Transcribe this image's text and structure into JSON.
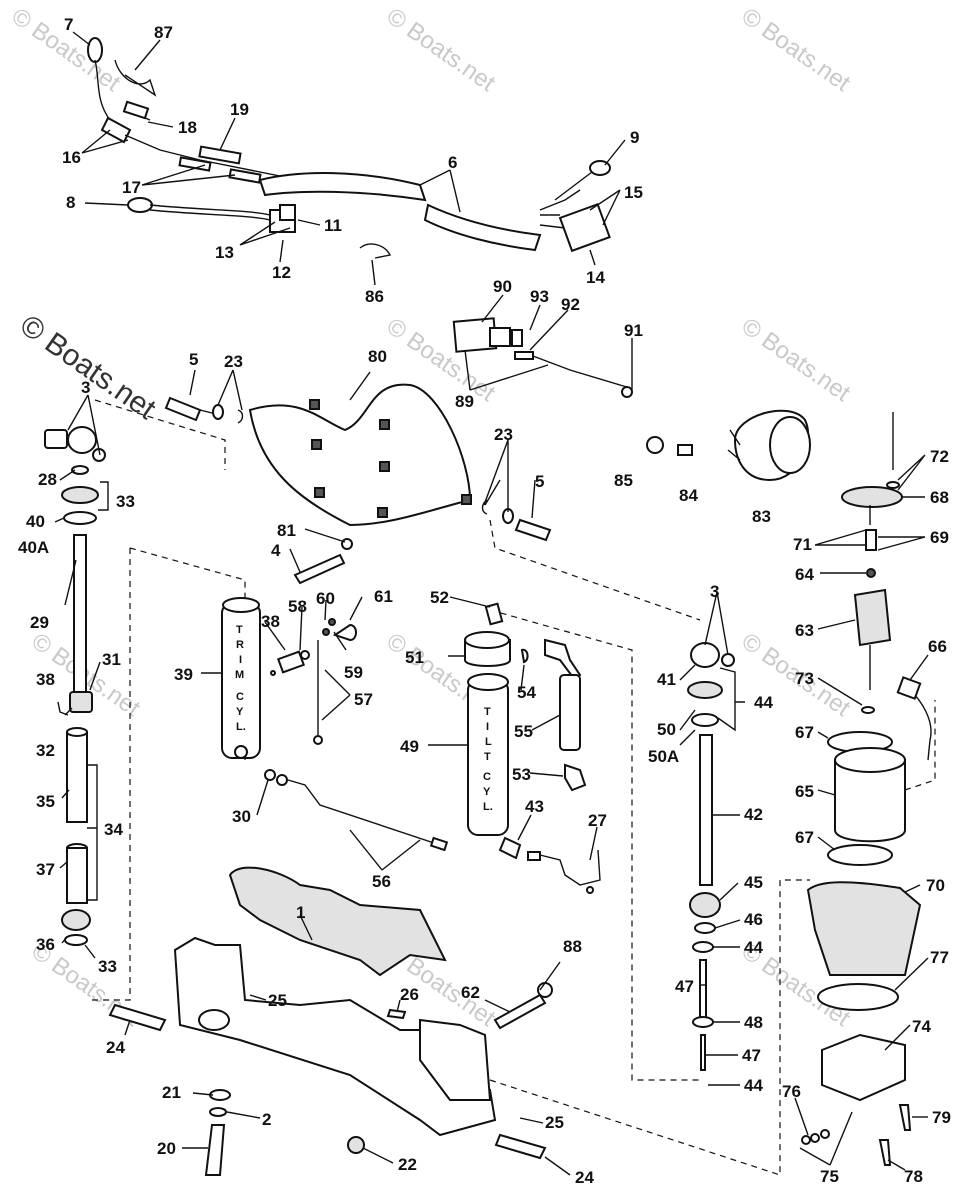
{
  "watermark": {
    "primary": "© Boats.net",
    "repeat": "© Boats.net"
  },
  "cylinders": {
    "trim": [
      "T",
      "R",
      "I",
      "M",
      "C",
      "Y",
      "L."
    ],
    "tilt": [
      "T",
      "I",
      "L",
      "T",
      "C",
      "Y",
      "L."
    ]
  },
  "callouts": {
    "c1": "1",
    "c2": "2",
    "c3a": "3",
    "c3b": "3",
    "c4": "4",
    "c5a": "5",
    "c5b": "5",
    "c6": "6",
    "c7": "7",
    "c8": "8",
    "c9": "9",
    "c11": "11",
    "c12": "12",
    "c13": "13",
    "c14": "14",
    "c15": "15",
    "c16": "16",
    "c17": "17",
    "c18": "18",
    "c19": "19",
    "c20": "20",
    "c21": "21",
    "c22": "22",
    "c23a": "23",
    "c23b": "23",
    "c24a": "24",
    "c24b": "24",
    "c25a": "25",
    "c25b": "25",
    "c26": "26",
    "c27": "27",
    "c28": "28",
    "c29": "29",
    "c30": "30",
    "c31": "31",
    "c32": "32",
    "c33a": "33",
    "c33b": "33",
    "c34": "34",
    "c35": "35",
    "c36": "36",
    "c37": "37",
    "c38a": "38",
    "c38b": "38",
    "c39": "39",
    "c40": "40",
    "c40a": "40A",
    "c41": "41",
    "c42": "42",
    "c43": "43",
    "c44a": "44",
    "c44b": "44",
    "c44c": "44",
    "c45": "45",
    "c46": "46",
    "c47a": "47",
    "c47b": "47",
    "c48": "48",
    "c49": "49",
    "c50": "50",
    "c50a": "50A",
    "c51": "51",
    "c52": "52",
    "c53": "53",
    "c54": "54",
    "c55": "55",
    "c56": "56",
    "c57": "57",
    "c58": "58",
    "c59": "59",
    "c60": "60",
    "c61": "61",
    "c62": "62",
    "c63": "63",
    "c64": "64",
    "c65": "65",
    "c66": "66",
    "c67a": "67",
    "c67b": "67",
    "c68": "68",
    "c69": "69",
    "c70": "70",
    "c71": "71",
    "c72": "72",
    "c73": "73",
    "c74": "74",
    "c75": "75",
    "c76": "76",
    "c77": "77",
    "c78": "78",
    "c79": "79",
    "c80": "80",
    "c81": "81",
    "c83": "83",
    "c84": "84",
    "c85": "85",
    "c86": "86",
    "c87": "87",
    "c88": "88",
    "c89": "89",
    "c90": "90",
    "c91": "91",
    "c92": "92",
    "c93": "93"
  }
}
